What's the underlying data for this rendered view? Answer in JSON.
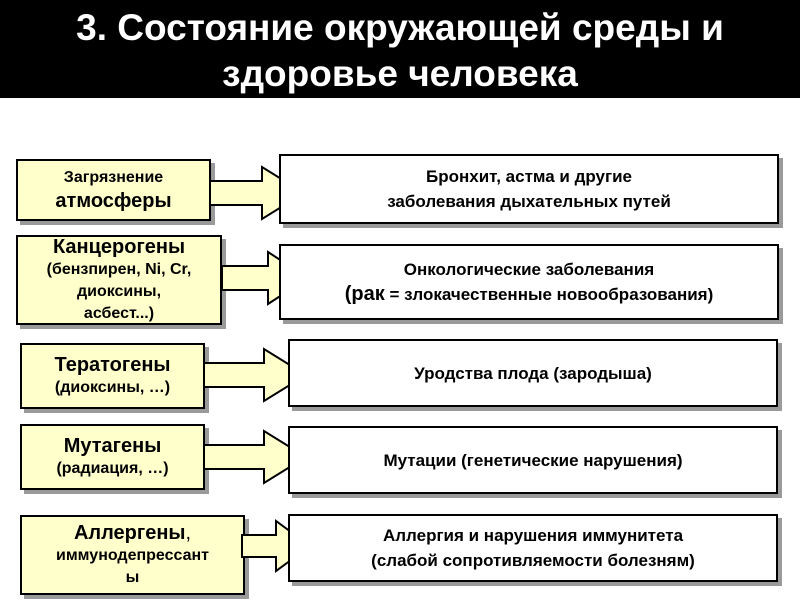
{
  "title": {
    "line1": "3. Состояние окружающей среды и",
    "line2": "здоровье человека"
  },
  "rows": [
    {
      "cause_small": "Загрязнение",
      "cause_big": "атмосферы",
      "effect_line1": "Бронхит, астма и другие",
      "effect_line2": "заболевания дыхательных путей"
    },
    {
      "cause_big": "Канцерогены",
      "cause_small_1": "(бензпирен, Ni, Cr,",
      "cause_small_2": "диоксины,",
      "cause_small_3": "асбест...)",
      "effect_line1": "Онкологические заболевания",
      "effect_rak": "(рак",
      "effect_rest": " = злокачественные новообразования)"
    },
    {
      "cause_big": "Тератогены",
      "cause_small": "(диоксины, …)",
      "effect_line1": "Уродства плода (зародыша)"
    },
    {
      "cause_big": "Мутагены",
      "cause_small": "(радиация, …)",
      "effect_line1": "Мутации (генетические нарушения)"
    },
    {
      "cause_big": "Аллергены",
      "cause_suffix": ",",
      "cause_small_1": "иммунодепрессант",
      "cause_small_2": "ы",
      "effect_line1": "Аллергия и нарушения иммунитета",
      "effect_line2": "(слабой сопротивляемости болезням)"
    }
  ],
  "colors": {
    "cause_fill": "#ffffcc",
    "title_bg": "#000000"
  }
}
